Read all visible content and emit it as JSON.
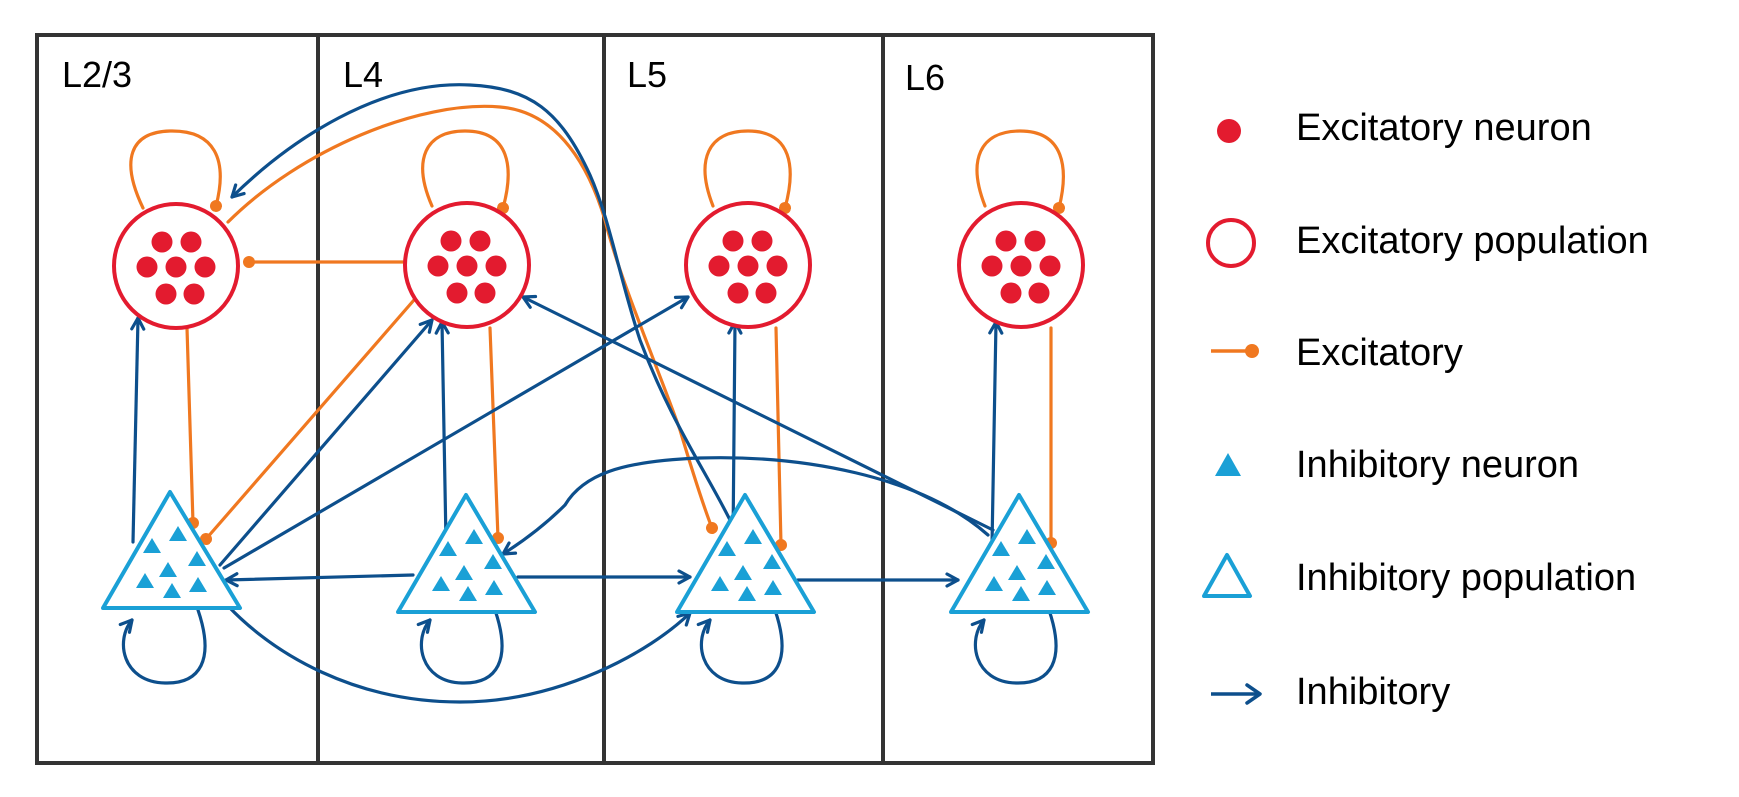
{
  "layers": [
    {
      "label": "L2/3"
    },
    {
      "label": "L4"
    },
    {
      "label": "L5"
    },
    {
      "label": "L6"
    }
  ],
  "legend": {
    "excitatory_neuron": "Excitatory neuron",
    "excitatory_population": "Excitatory population",
    "excitatory_connection": "Excitatory",
    "inhibitory_neuron": "Inhibitory neuron",
    "inhibitory_population": "Inhibitory population",
    "inhibitory_connection": "Inhibitory"
  },
  "colors": {
    "excitatory": "#e31b2f",
    "excitatory_connection": "#f07820",
    "inhibitory": "#1aa0d6",
    "inhibitory_connection": "#0d4f8c",
    "frame": "#333333"
  }
}
